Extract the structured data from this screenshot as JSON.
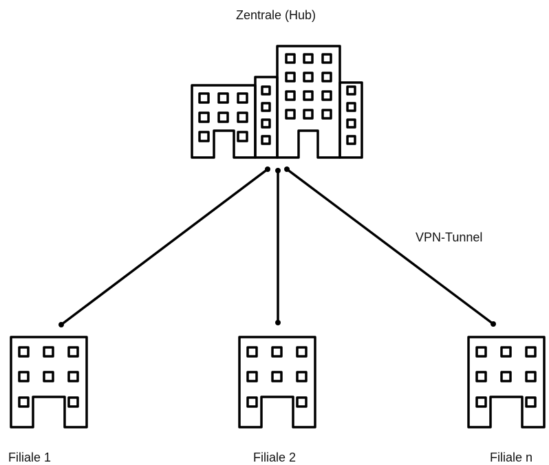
{
  "hub": {
    "label": "Zentrale (Hub)",
    "icon": "office-buildings-icon"
  },
  "connection": {
    "label": "VPN-Tunnel"
  },
  "branches": [
    {
      "label": "Filiale 1",
      "icon": "building-icon"
    },
    {
      "label": "Filiale 2",
      "icon": "building-icon"
    },
    {
      "label": "Filiale n",
      "icon": "building-icon"
    }
  ],
  "colors": {
    "stroke": "#000000",
    "background": "#ffffff"
  }
}
